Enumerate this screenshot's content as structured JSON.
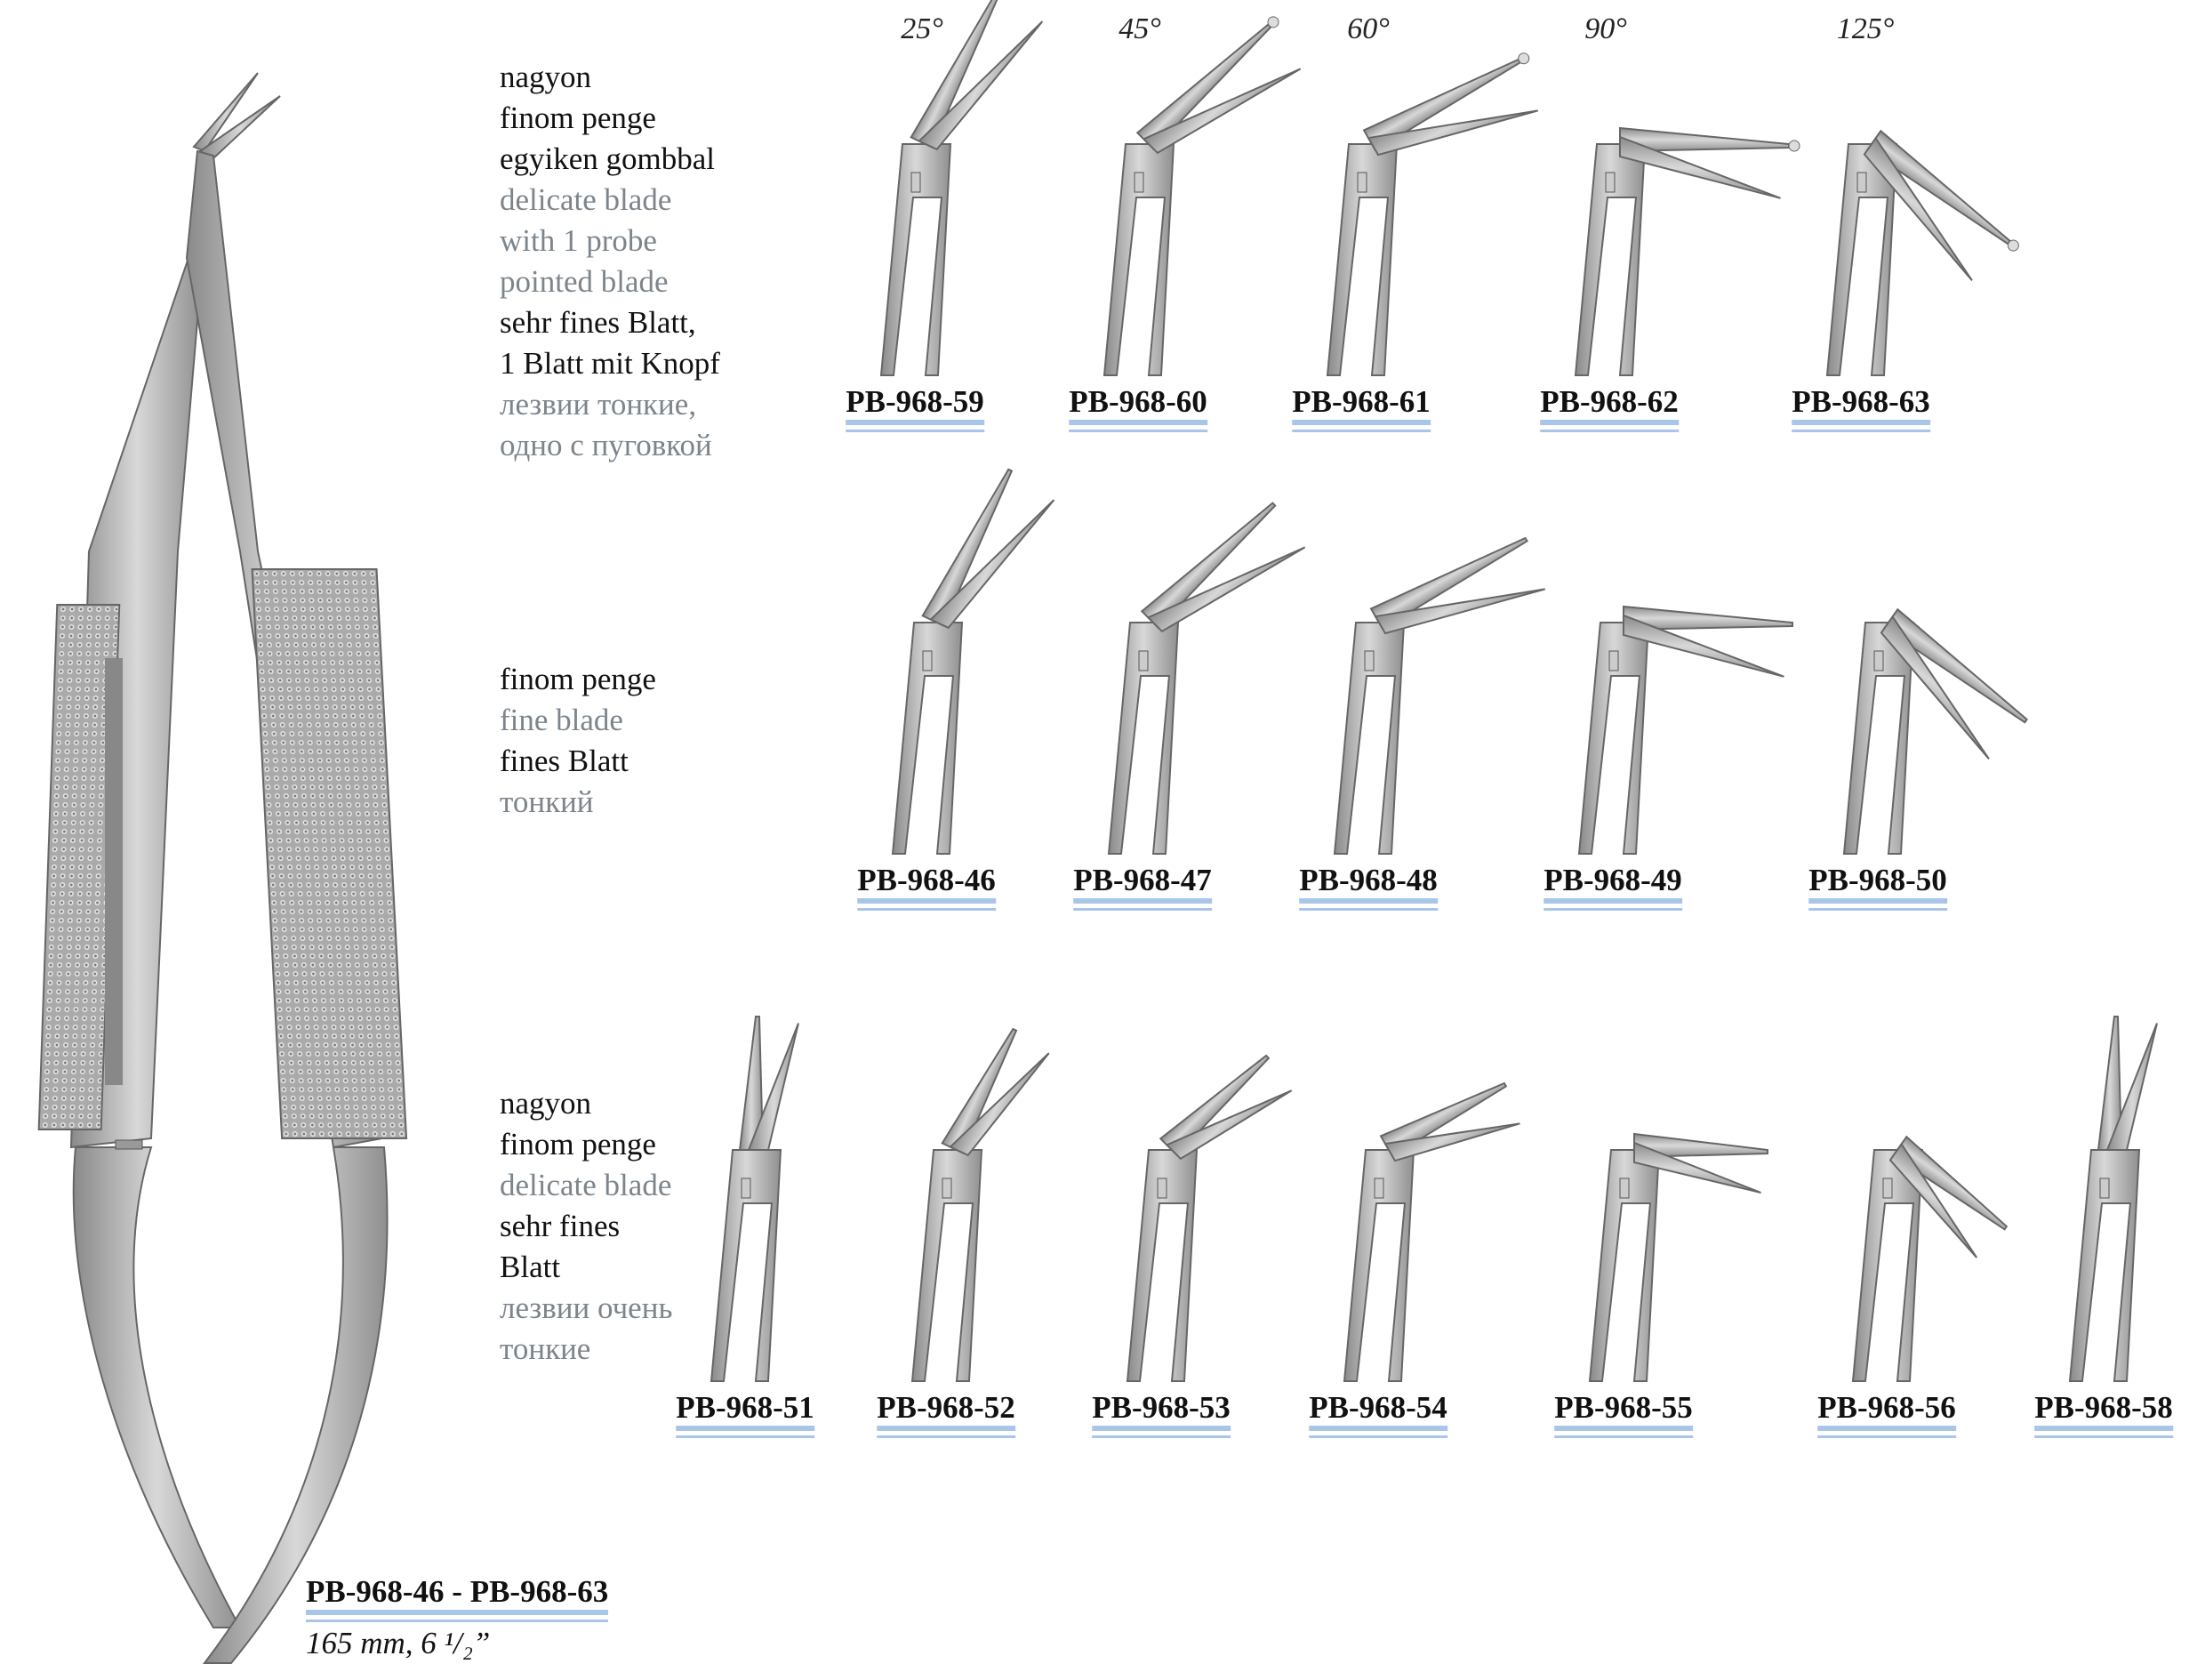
{
  "angles": [
    "25°",
    "45°",
    "60°",
    "90°",
    "125°"
  ],
  "rows": [
    {
      "description": [
        {
          "lang": "hu",
          "text": "nagyon"
        },
        {
          "lang": "hu",
          "text": "finom penge"
        },
        {
          "lang": "hu",
          "text": "egyiken gombbal"
        },
        {
          "lang": "en",
          "text": "delicate blade"
        },
        {
          "lang": "en",
          "text": "with 1 probe"
        },
        {
          "lang": "en",
          "text": "pointed blade"
        },
        {
          "lang": "de",
          "text": "sehr fines Blatt,"
        },
        {
          "lang": "de",
          "text": "1 Blatt mit Knopf"
        },
        {
          "lang": "ru",
          "text": "лезвии тонкие,"
        },
        {
          "lang": "ru",
          "text": "одно с пуговкой"
        }
      ],
      "items": [
        {
          "code": "PB-968-59",
          "angle": 25,
          "probe": true
        },
        {
          "code": "PB-968-60",
          "angle": 45,
          "probe": true
        },
        {
          "code": "PB-968-61",
          "angle": 60,
          "probe": true
        },
        {
          "code": "PB-968-62",
          "angle": 90,
          "probe": true
        },
        {
          "code": "PB-968-63",
          "angle": 125,
          "probe": true
        }
      ]
    },
    {
      "description": [
        {
          "lang": "hu",
          "text": "finom penge"
        },
        {
          "lang": "en",
          "text": "fine blade"
        },
        {
          "lang": "de",
          "text": "fines Blatt"
        },
        {
          "lang": "ru",
          "text": "тонкий"
        }
      ],
      "items": [
        {
          "code": "PB-968-46",
          "angle": 25,
          "probe": false
        },
        {
          "code": "PB-968-47",
          "angle": 45,
          "probe": false
        },
        {
          "code": "PB-968-48",
          "angle": 60,
          "probe": false
        },
        {
          "code": "PB-968-49",
          "angle": 90,
          "probe": false
        },
        {
          "code": "PB-968-50",
          "angle": 125,
          "probe": false
        }
      ]
    },
    {
      "description": [
        {
          "lang": "hu",
          "text": "nagyon"
        },
        {
          "lang": "hu",
          "text": "finom penge"
        },
        {
          "lang": "en",
          "text": "delicate blade"
        },
        {
          "lang": "de",
          "text": "sehr fines"
        },
        {
          "lang": "de",
          "text": "Blatt"
        },
        {
          "lang": "ru",
          "text": "лезвии очень"
        },
        {
          "lang": "ru",
          "text": "тонкие"
        }
      ],
      "items": [
        {
          "code": "PB-968-51",
          "angle": 0,
          "probe": false
        },
        {
          "code": "PB-968-52",
          "angle": 25,
          "probe": false
        },
        {
          "code": "PB-968-53",
          "angle": 45,
          "probe": false
        },
        {
          "code": "PB-968-54",
          "angle": 60,
          "probe": false
        },
        {
          "code": "PB-968-55",
          "angle": 90,
          "probe": false
        },
        {
          "code": "PB-968-56",
          "angle": 125,
          "probe": false
        },
        {
          "code": "PB-968-58",
          "angle": 0,
          "probe": false
        }
      ]
    }
  ],
  "product": {
    "range": "PB-968-46 - PB-968-63",
    "size": "165 mm, 6 ¹/₂”"
  },
  "colors": {
    "underline": "#a9c6e8",
    "steel": "#b4b4b4",
    "steel_dark": "#7a7a7a"
  }
}
